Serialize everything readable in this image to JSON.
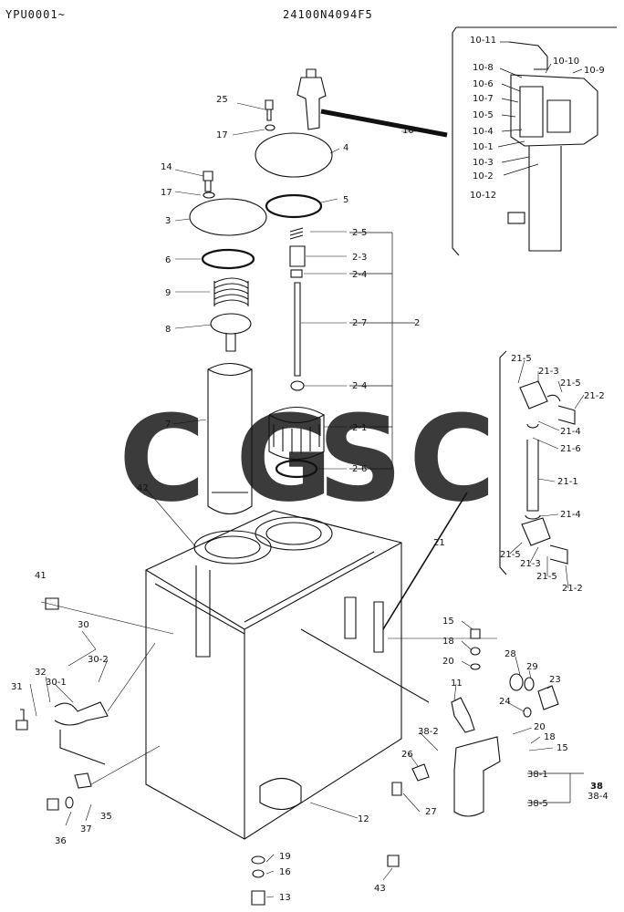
{
  "header": {
    "doc_code": "YPU0001~",
    "part_number": "24100N4094F5"
  },
  "watermark": {
    "text": "CGSC",
    "colors": [
      "#4285f4",
      "#ea4335",
      "#fbbc05",
      "#34a853"
    ]
  },
  "labels": {
    "l25": "25",
    "l17a": "17",
    "l14": "14",
    "l17b": "17",
    "l3": "3",
    "l6": "6",
    "l9": "9",
    "l8": "8",
    "l7": "7",
    "l42": "42",
    "l10": "10",
    "l4": "4",
    "l5": "5",
    "l2_5": "2-5",
    "l2_3": "2-3",
    "l2_4a": "2-4",
    "l2_7": "2-7",
    "l2": "2",
    "l2_4b": "2-4",
    "l2_1": "2-1",
    "l2_6": "2-6",
    "l10_11": "10-11",
    "l10_10": "10-10",
    "l10_9": "10-9",
    "l10_8": "10-8",
    "l10_6": "10-6",
    "l10_7": "10-7",
    "l10_5": "10-5",
    "l10_4": "10-4",
    "l10_1": "10-1",
    "l10_3": "10-3",
    "l10_2": "10-2",
    "l10_12": "10-12",
    "l21_5a": "21-5",
    "l21_3a": "21-3",
    "l21_5b": "21-5",
    "l21_2a": "21-2",
    "l21_4a": "21-4",
    "l21_6": "21-6",
    "l21_1": "21-1",
    "l21_4b": "21-4",
    "l21": "21",
    "l21_5c": "21-5",
    "l21_3b": "21-3",
    "l21_5d": "21-5",
    "l21_2b": "21-2",
    "l41": "41",
    "l30": "30",
    "l30_2": "30-2",
    "l32": "32",
    "l30_1": "30-1",
    "l31": "31",
    "l35": "35",
    "l36": "36",
    "l37": "37",
    "l15a": "15",
    "l18a": "18",
    "l20a": "20",
    "l28": "28",
    "l29": "29",
    "l23": "23",
    "l11": "11",
    "l24": "24",
    "l20b": "20",
    "l18b": "18",
    "l15b": "15",
    "l38_2": "38-2",
    "l26": "26",
    "l38_1": "38-1",
    "l38": "38",
    "l38_4": "38-4",
    "l38_5": "38-5",
    "l27": "27",
    "l12": "12",
    "l19": "19",
    "l16": "16",
    "l13": "13",
    "l43": "43"
  }
}
